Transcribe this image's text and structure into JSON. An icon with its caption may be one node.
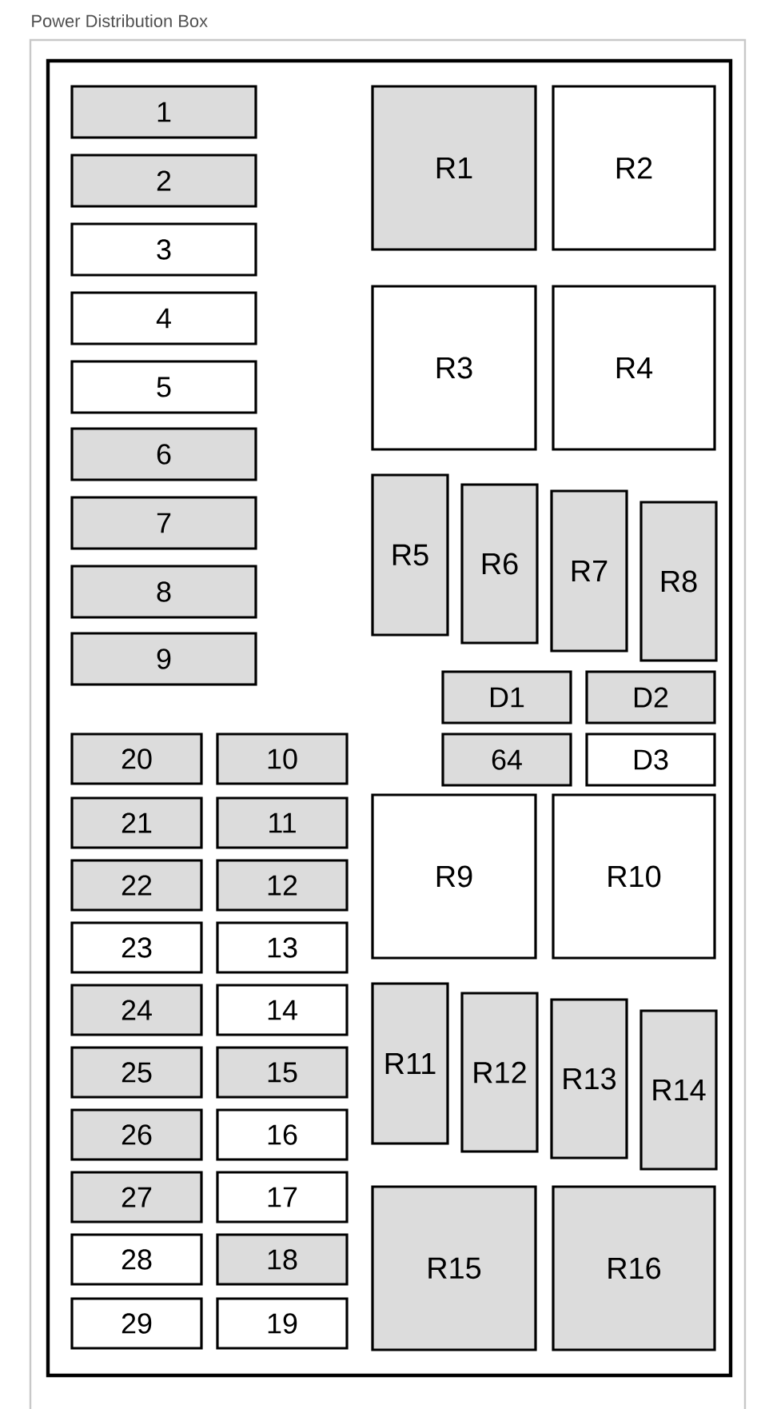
{
  "diagram": {
    "title": "Power Distribution Box",
    "nodes": [
      {
        "text": [],
        "shape": "box"
      },
      {
        "text": [
          "1"
        ],
        "in": 0
      },
      {
        "text": [
          "2"
        ],
        "in": 0
      },
      {
        "text": [
          "3"
        ],
        "in": 0
      },
      {
        "text": [
          "4"
        ],
        "in": 0
      },
      {
        "text": [
          "5"
        ],
        "in": 0
      },
      {
        "text": [
          "6"
        ],
        "in": 0
      },
      {
        "text": [
          "7"
        ],
        "in": 0
      },
      {
        "text": [
          "8"
        ],
        "in": 0
      },
      {
        "text": [
          "9"
        ],
        "in": 0
      },
      {
        "text": [
          "R1"
        ],
        "in": 0
      },
      {
        "text": [
          "R2"
        ],
        "in": 0
      },
      {
        "text": [
          "R3"
        ],
        "in": 0
      },
      {
        "text": [
          "R4"
        ],
        "in": 0
      },
      {
        "text": [
          "R5"
        ],
        "in": 0
      },
      {
        "text": [
          "R6"
        ],
        "in": 0
      },
      {
        "text": [
          "R7"
        ],
        "in": 0
      },
      {
        "text": [
          "R8"
        ],
        "in": 0
      },
      {
        "text": [
          "D1"
        ],
        "in": 0
      },
      {
        "text": [
          "D2"
        ],
        "in": 0
      },
      {
        "text": [
          "64"
        ],
        "in": 0
      },
      {
        "text": [
          "D3"
        ],
        "in": 0
      },
      {
        "text": [
          "R9"
        ],
        "in": 0
      },
      {
        "text": [
          "R10"
        ],
        "in": 0
      },
      {
        "text": [
          "R11"
        ],
        "in": 0
      },
      {
        "text": [
          "R12"
        ],
        "in": 0
      },
      {
        "text": [
          "R13"
        ],
        "in": 0
      },
      {
        "text": [
          "R14"
        ],
        "in": 0
      },
      {
        "text": [
          "R15"
        ],
        "in": 0
      },
      {
        "text": [
          "R16"
        ],
        "in": 0
      },
      {
        "text": [
          "20"
        ],
        "in": 0
      },
      {
        "text": [
          "10"
        ],
        "in": 0
      },
      {
        "text": [
          "21"
        ],
        "in": 0
      },
      {
        "text": [
          "11"
        ],
        "in": 0
      },
      {
        "text": [
          "22"
        ],
        "in": 0
      },
      {
        "text": [
          "12"
        ],
        "in": 0
      },
      {
        "text": [
          "23"
        ],
        "in": 0
      },
      {
        "text": [
          "13"
        ],
        "in": 0
      },
      {
        "text": [
          "24"
        ],
        "in": 0
      },
      {
        "text": [
          "14"
        ],
        "in": 0
      },
      {
        "text": [
          "25"
        ],
        "in": 0
      },
      {
        "text": [
          "15"
        ],
        "in": 0
      },
      {
        "text": [
          "26"
        ],
        "in": 0
      },
      {
        "text": [
          "16"
        ],
        "in": 0
      },
      {
        "text": [
          "27"
        ],
        "in": 0
      },
      {
        "text": [
          "17"
        ],
        "in": 0
      },
      {
        "text": [
          "28"
        ],
        "in": 0
      },
      {
        "text": [
          "18"
        ],
        "in": 0
      },
      {
        "text": [
          "29"
        ],
        "in": 0
      },
      {
        "text": [
          "19"
        ],
        "in": 0
      }
    ]
  }
}
